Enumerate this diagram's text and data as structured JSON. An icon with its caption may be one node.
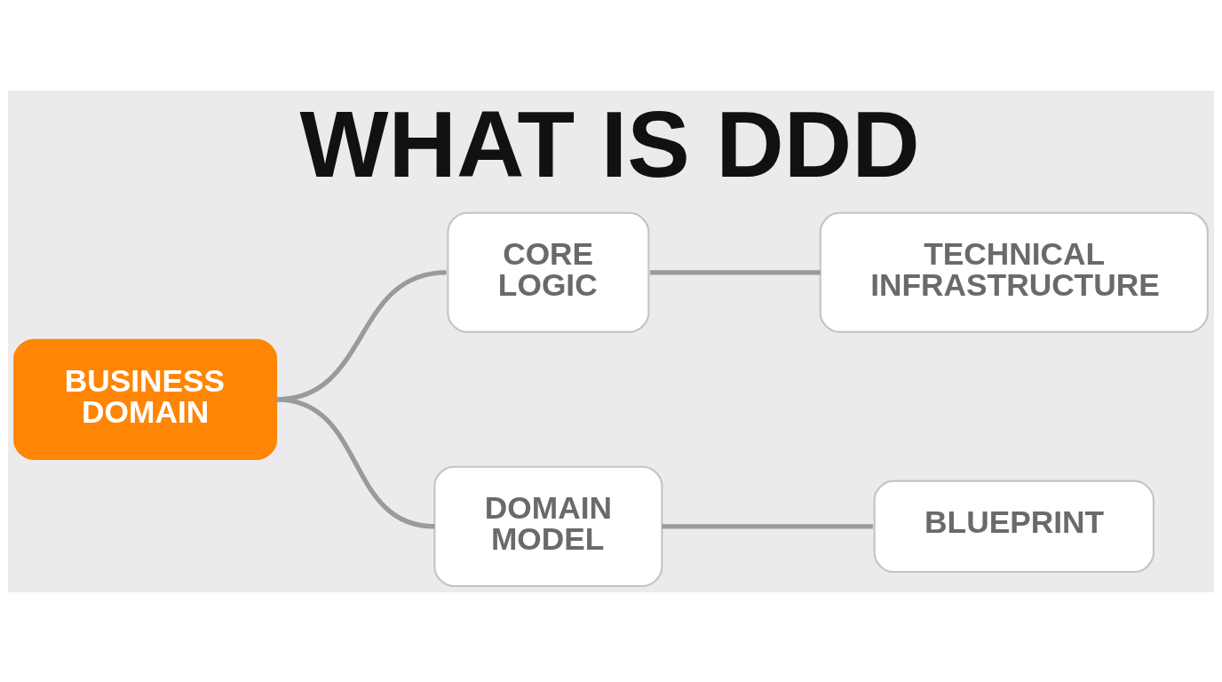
{
  "diagram": {
    "title": "WHAT IS DDD",
    "nodes": [
      {
        "text": [
          "BUSINESS DOMAIN"
        ]
      },
      {
        "text": [
          "CORE LOGIC"
        ]
      },
      {
        "text": [
          "TECHNICAL INFRASTRUCTURE"
        ]
      },
      {
        "text": [
          "DOMAIN MODEL"
        ]
      },
      {
        "text": [
          "BLUEPRINT"
        ]
      }
    ],
    "edges": [
      {
        "from": 0,
        "to": 1,
        "arrow": "none"
      },
      {
        "from": 1,
        "to": 2,
        "arrow": "none"
      },
      {
        "from": 0,
        "to": 3,
        "arrow": "none"
      },
      {
        "from": 3,
        "to": 4,
        "arrow": "none"
      }
    ]
  }
}
